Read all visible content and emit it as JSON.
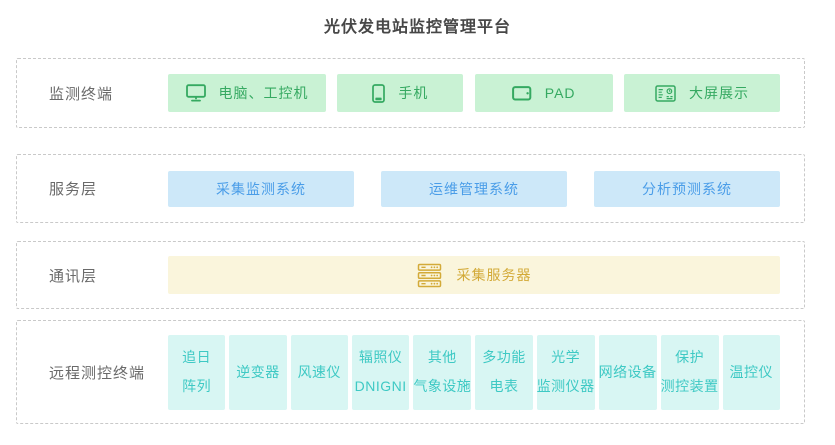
{
  "title": "光伏发电站监控管理平台",
  "colors": {
    "green_bg": "#c9f2d4",
    "green_text": "#35a961",
    "blue_bg": "#cde8f9",
    "blue_text": "#4a9de8",
    "yellow_bg": "#faf5dc",
    "yellow_text": "#d3aa38",
    "teal_bg": "#d8f6f3",
    "teal_text": "#3ec9c4",
    "label_text": "#6a6a6a",
    "dashed_border": "#c9c9c9"
  },
  "layers": [
    {
      "label": "监测终端",
      "items": [
        {
          "label": "电脑、工控机",
          "icon": "monitor-icon"
        },
        {
          "label": "手机",
          "icon": "phone-icon"
        },
        {
          "label": "PAD",
          "icon": "pad-icon"
        },
        {
          "label": "大屏展示",
          "icon": "big-screen-icon"
        }
      ]
    },
    {
      "label": "服务层",
      "items": [
        {
          "label": "采集监测系统"
        },
        {
          "label": "运维管理系统"
        },
        {
          "label": "分析预测系统"
        }
      ]
    },
    {
      "label": "通讯层",
      "items": [
        {
          "label": "采集服务器",
          "icon": "server-icon"
        }
      ]
    },
    {
      "label": "远程测控终端",
      "items": [
        {
          "lines": [
            "追日",
            "阵列"
          ]
        },
        {
          "lines": [
            "逆变器"
          ]
        },
        {
          "lines": [
            "风速仪"
          ]
        },
        {
          "lines": [
            "辐照仪",
            "DNIGNI"
          ]
        },
        {
          "lines": [
            "其他",
            "气象设施"
          ]
        },
        {
          "lines": [
            "多功能",
            "电表"
          ]
        },
        {
          "lines": [
            "光学",
            "监测仪器"
          ]
        },
        {
          "lines": [
            "网络设备"
          ]
        },
        {
          "lines": [
            "保护",
            "测控装置"
          ]
        },
        {
          "lines": [
            "温控仪"
          ]
        }
      ]
    }
  ]
}
